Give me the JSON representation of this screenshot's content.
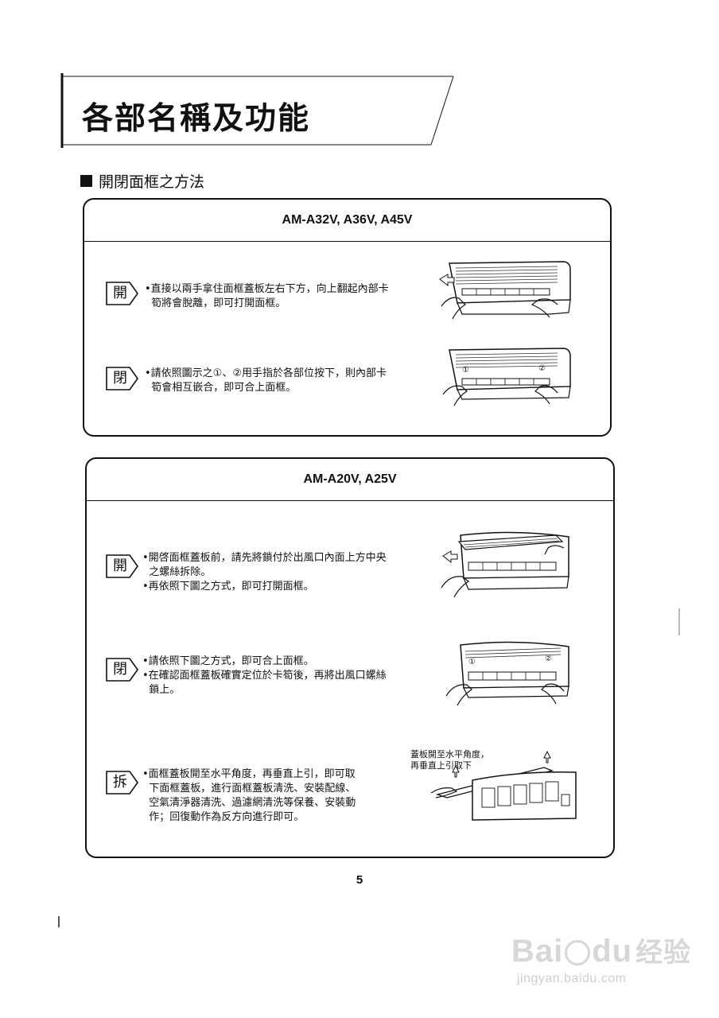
{
  "page": {
    "title": "各部名稱及功能",
    "section_heading": "開閉面框之方法",
    "page_number": "5"
  },
  "panels": [
    {
      "model": "AM-A32V, A36V, A45V",
      "steps": [
        {
          "badge": "開",
          "lines": [
            "•直接以兩手拿住面框蓋板左右下方，向上翻起內部卡",
            "  筍將會脫離，即可打開面框。"
          ]
        },
        {
          "badge": "閉",
          "lines": [
            "•請依照圖示之①、②用手指於各部位按下，則內部卡",
            "  筍會相互嵌合，即可合上面框。"
          ]
        }
      ]
    },
    {
      "model": "AM-A20V, A25V",
      "steps": [
        {
          "badge": "開",
          "lines": [
            "•開啓面框蓋板前，請先將鎖付於出風口內面上方中央",
            "  之螺絲拆除。",
            "•再依照下圖之方式，即可打開面框。"
          ]
        },
        {
          "badge": "閉",
          "lines": [
            "•請依照下圖之方式，即可合上面框。",
            "•在確認面框蓋板確實定位於卡筍後，再將出風口螺絲",
            "  鎖上。"
          ]
        },
        {
          "badge": "拆",
          "lines": [
            "•面框蓋板開至水平角度，再垂直上引，即可取",
            "  下面框蓋板，進行面框蓋板清洗、安裝配線、",
            "  空氣清淨器清洗、過濾網清洗等保養、安裝動",
            "  作；回復動作為反方向進行即可。"
          ]
        }
      ],
      "illustration_callout": [
        "蓋板開至水平角度，",
        "再垂直上引取下"
      ]
    }
  ],
  "illustration_markers": {
    "one": "①",
    "two": "②"
  },
  "watermark": {
    "logo_text": "Bai",
    "logo_text2": "du",
    "logo_cn": "经验",
    "url": "jingyan.baidu.com"
  },
  "colors": {
    "ink": "#111111",
    "watermark": "#d7d7d7"
  }
}
